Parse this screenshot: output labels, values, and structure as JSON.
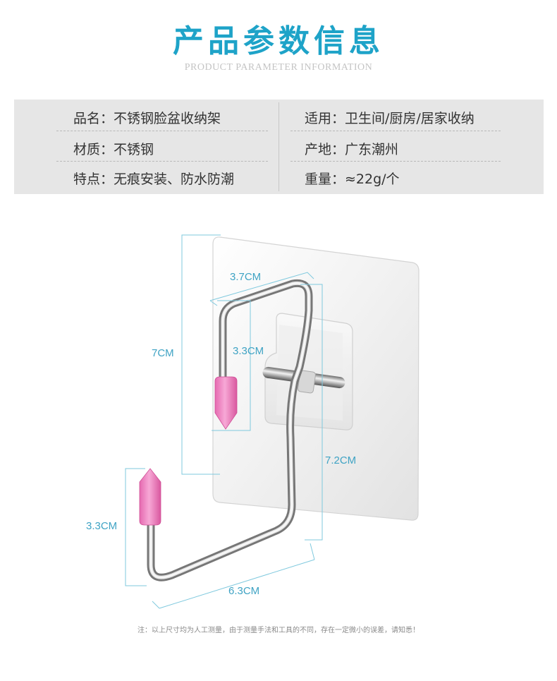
{
  "header": {
    "title": "产品参数信息",
    "subtitle": "PRODUCT PARAMETER INFORMATION"
  },
  "params": {
    "left": [
      "品名：不锈钢脸盆收纳架",
      "材质：不锈钢",
      "特点：无痕安装、防水防潮"
    ],
    "right": [
      "适用：卫生间/厨房/居家收纳",
      "产地：广东潮州",
      "重量：≈22g/个"
    ]
  },
  "dimensions": {
    "d1": "3.7CM",
    "d2": "7CM",
    "d3": "3.3CM",
    "d4": "7.2CM",
    "d5": "3.3CM",
    "d6": "6.3CM"
  },
  "footnote": "注：以上尺寸均为人工测量，由于测量手法和工具的不同，存在一定微小的误差，请知悉！",
  "colors": {
    "accent": "#1ea3c8",
    "dimension": "#3fa3c4",
    "tip": "#f08cc4",
    "table_bg": "#e6e6e6"
  }
}
